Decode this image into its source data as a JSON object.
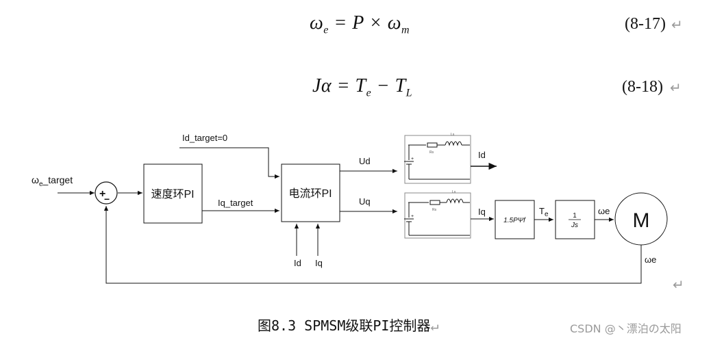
{
  "equations": [
    {
      "formula": "ωe = P × ωm",
      "number": "(8-17)"
    },
    {
      "formula": "Jα = Te − TL",
      "number": "(8-18)"
    }
  ],
  "diagram": {
    "input_label": "ωe_target",
    "sum_plus": "+",
    "sum_minus": "−",
    "speed_block": "速度环PI",
    "current_block": "电流环PI",
    "id_target_label": "Id_target=0",
    "iq_target_label": "Iq_target",
    "ud_label": "Ud",
    "uq_label": "Uq",
    "id_out_label": "Id",
    "iq_out_label": "Iq",
    "id_in_label": "Id",
    "iq_in_label": "Iq",
    "torque_block": "1.5PΨf",
    "te_label": "Te",
    "integrator_num": "1",
    "integrator_den": "Js",
    "we_label_right": "ωe",
    "motor_label": "M",
    "we_feedback_label": "ωe",
    "circuit_small": {
      "inductor": "Ls",
      "resistor": "Rs",
      "source_plus": "+",
      "source_minus": "−"
    }
  },
  "caption": "图8.3 SPMSM级联PI控制器",
  "watermark": "CSDN @丶漂泊の太阳"
}
